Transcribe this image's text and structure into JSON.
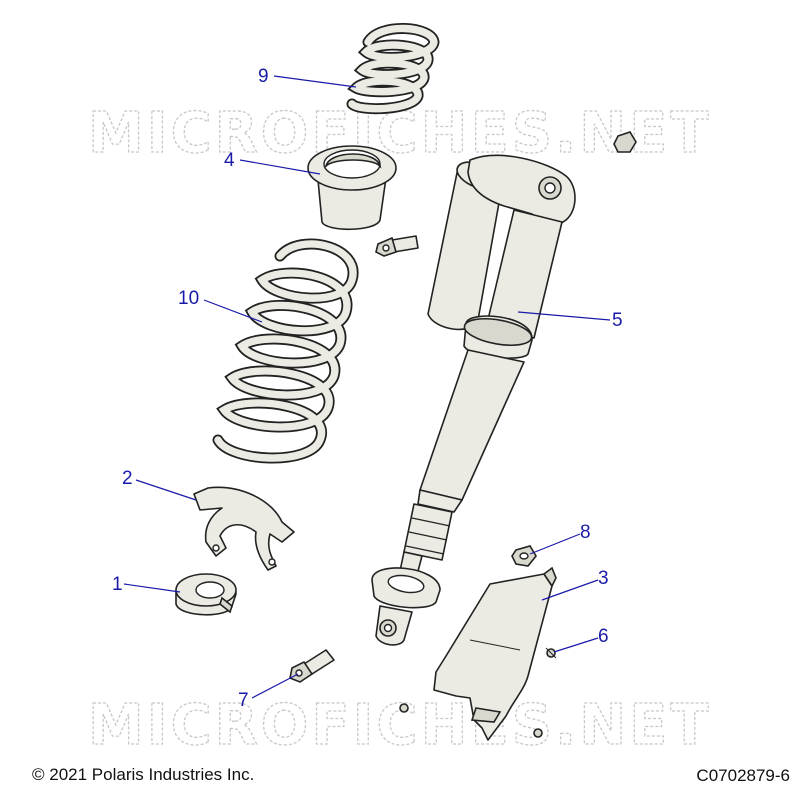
{
  "watermark": "MICROFICHES.NET",
  "copyright": "© 2021 Polaris Industries Inc.",
  "drawing_number": "C0702879-6",
  "callouts": {
    "c1": "1",
    "c2": "2",
    "c3": "3",
    "c4": "4",
    "c5": "5",
    "c6": "6",
    "c7": "7",
    "c8": "8",
    "c9": "9",
    "c10": "10"
  },
  "colors": {
    "callout": "#1a1aa8",
    "part_fill": "#ebebe3",
    "outline": "#222222",
    "watermark": "#c8c8c8"
  }
}
